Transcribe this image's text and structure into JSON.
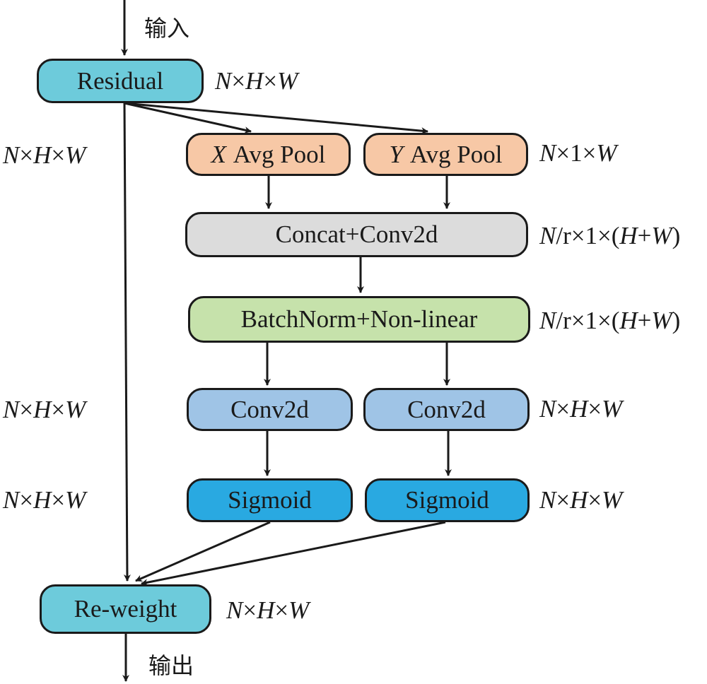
{
  "labels": {
    "input": "输入",
    "output": "输出"
  },
  "nodes": {
    "residual": {
      "label": "Residual",
      "color": "#6dcbdb"
    },
    "x_pool": {
      "axis": "X",
      "label": "Avg Pool",
      "color": "#f7c8a6"
    },
    "y_pool": {
      "axis": "Y",
      "label": "Avg Pool",
      "color": "#f7c8a6"
    },
    "concat": {
      "label": "Concat+Conv2d",
      "color": "#dcdcdc"
    },
    "batchnorm": {
      "label": "BatchNorm+Non-linear",
      "color": "#c6e2ab"
    },
    "conv_left": {
      "label": "Conv2d",
      "color": "#9fc4e6"
    },
    "conv_right": {
      "label": "Conv2d",
      "color": "#9fc4e6"
    },
    "sig_left": {
      "label": "Sigmoid",
      "color": "#29a9e1"
    },
    "sig_right": {
      "label": "Sigmoid",
      "color": "#29a9e1"
    },
    "reweight": {
      "label": "Re-weight",
      "color": "#6dcbdb"
    }
  },
  "dims": {
    "residual_out": {
      "n": "N",
      "mid": "×",
      "h": "H",
      "sep": "×",
      "w": "W"
    },
    "left_1": {
      "n": "N",
      "mid": "×",
      "h": "H",
      "sep": "×",
      "w": "W"
    },
    "pool_out": {
      "n": "N",
      "mid": "×1×",
      "w": "W"
    },
    "concat_out": {
      "n": "N",
      "mid": "/r×1×(",
      "h": "H",
      "plus": "+",
      "w": "W",
      "end": ")"
    },
    "batchnorm_out": {
      "n": "N",
      "mid": "/r×1×(",
      "h": "H",
      "plus": "+",
      "w": "W",
      "end": ")"
    },
    "conv_out": {
      "n": "N",
      "mid": "×",
      "h": "H",
      "sep": "×",
      "w": "W"
    },
    "left_2": {
      "n": "N",
      "mid": "×",
      "h": "H",
      "sep": "×",
      "w": "W"
    },
    "sig_out": {
      "n": "N",
      "mid": "×",
      "h": "H",
      "sep": "×",
      "w": "W"
    },
    "left_3": {
      "n": "N",
      "mid": "×",
      "h": "H",
      "sep": "×",
      "w": "W"
    },
    "reweight_out": {
      "n": "N",
      "mid": "×",
      "h": "H",
      "sep": "×",
      "w": "W"
    }
  }
}
